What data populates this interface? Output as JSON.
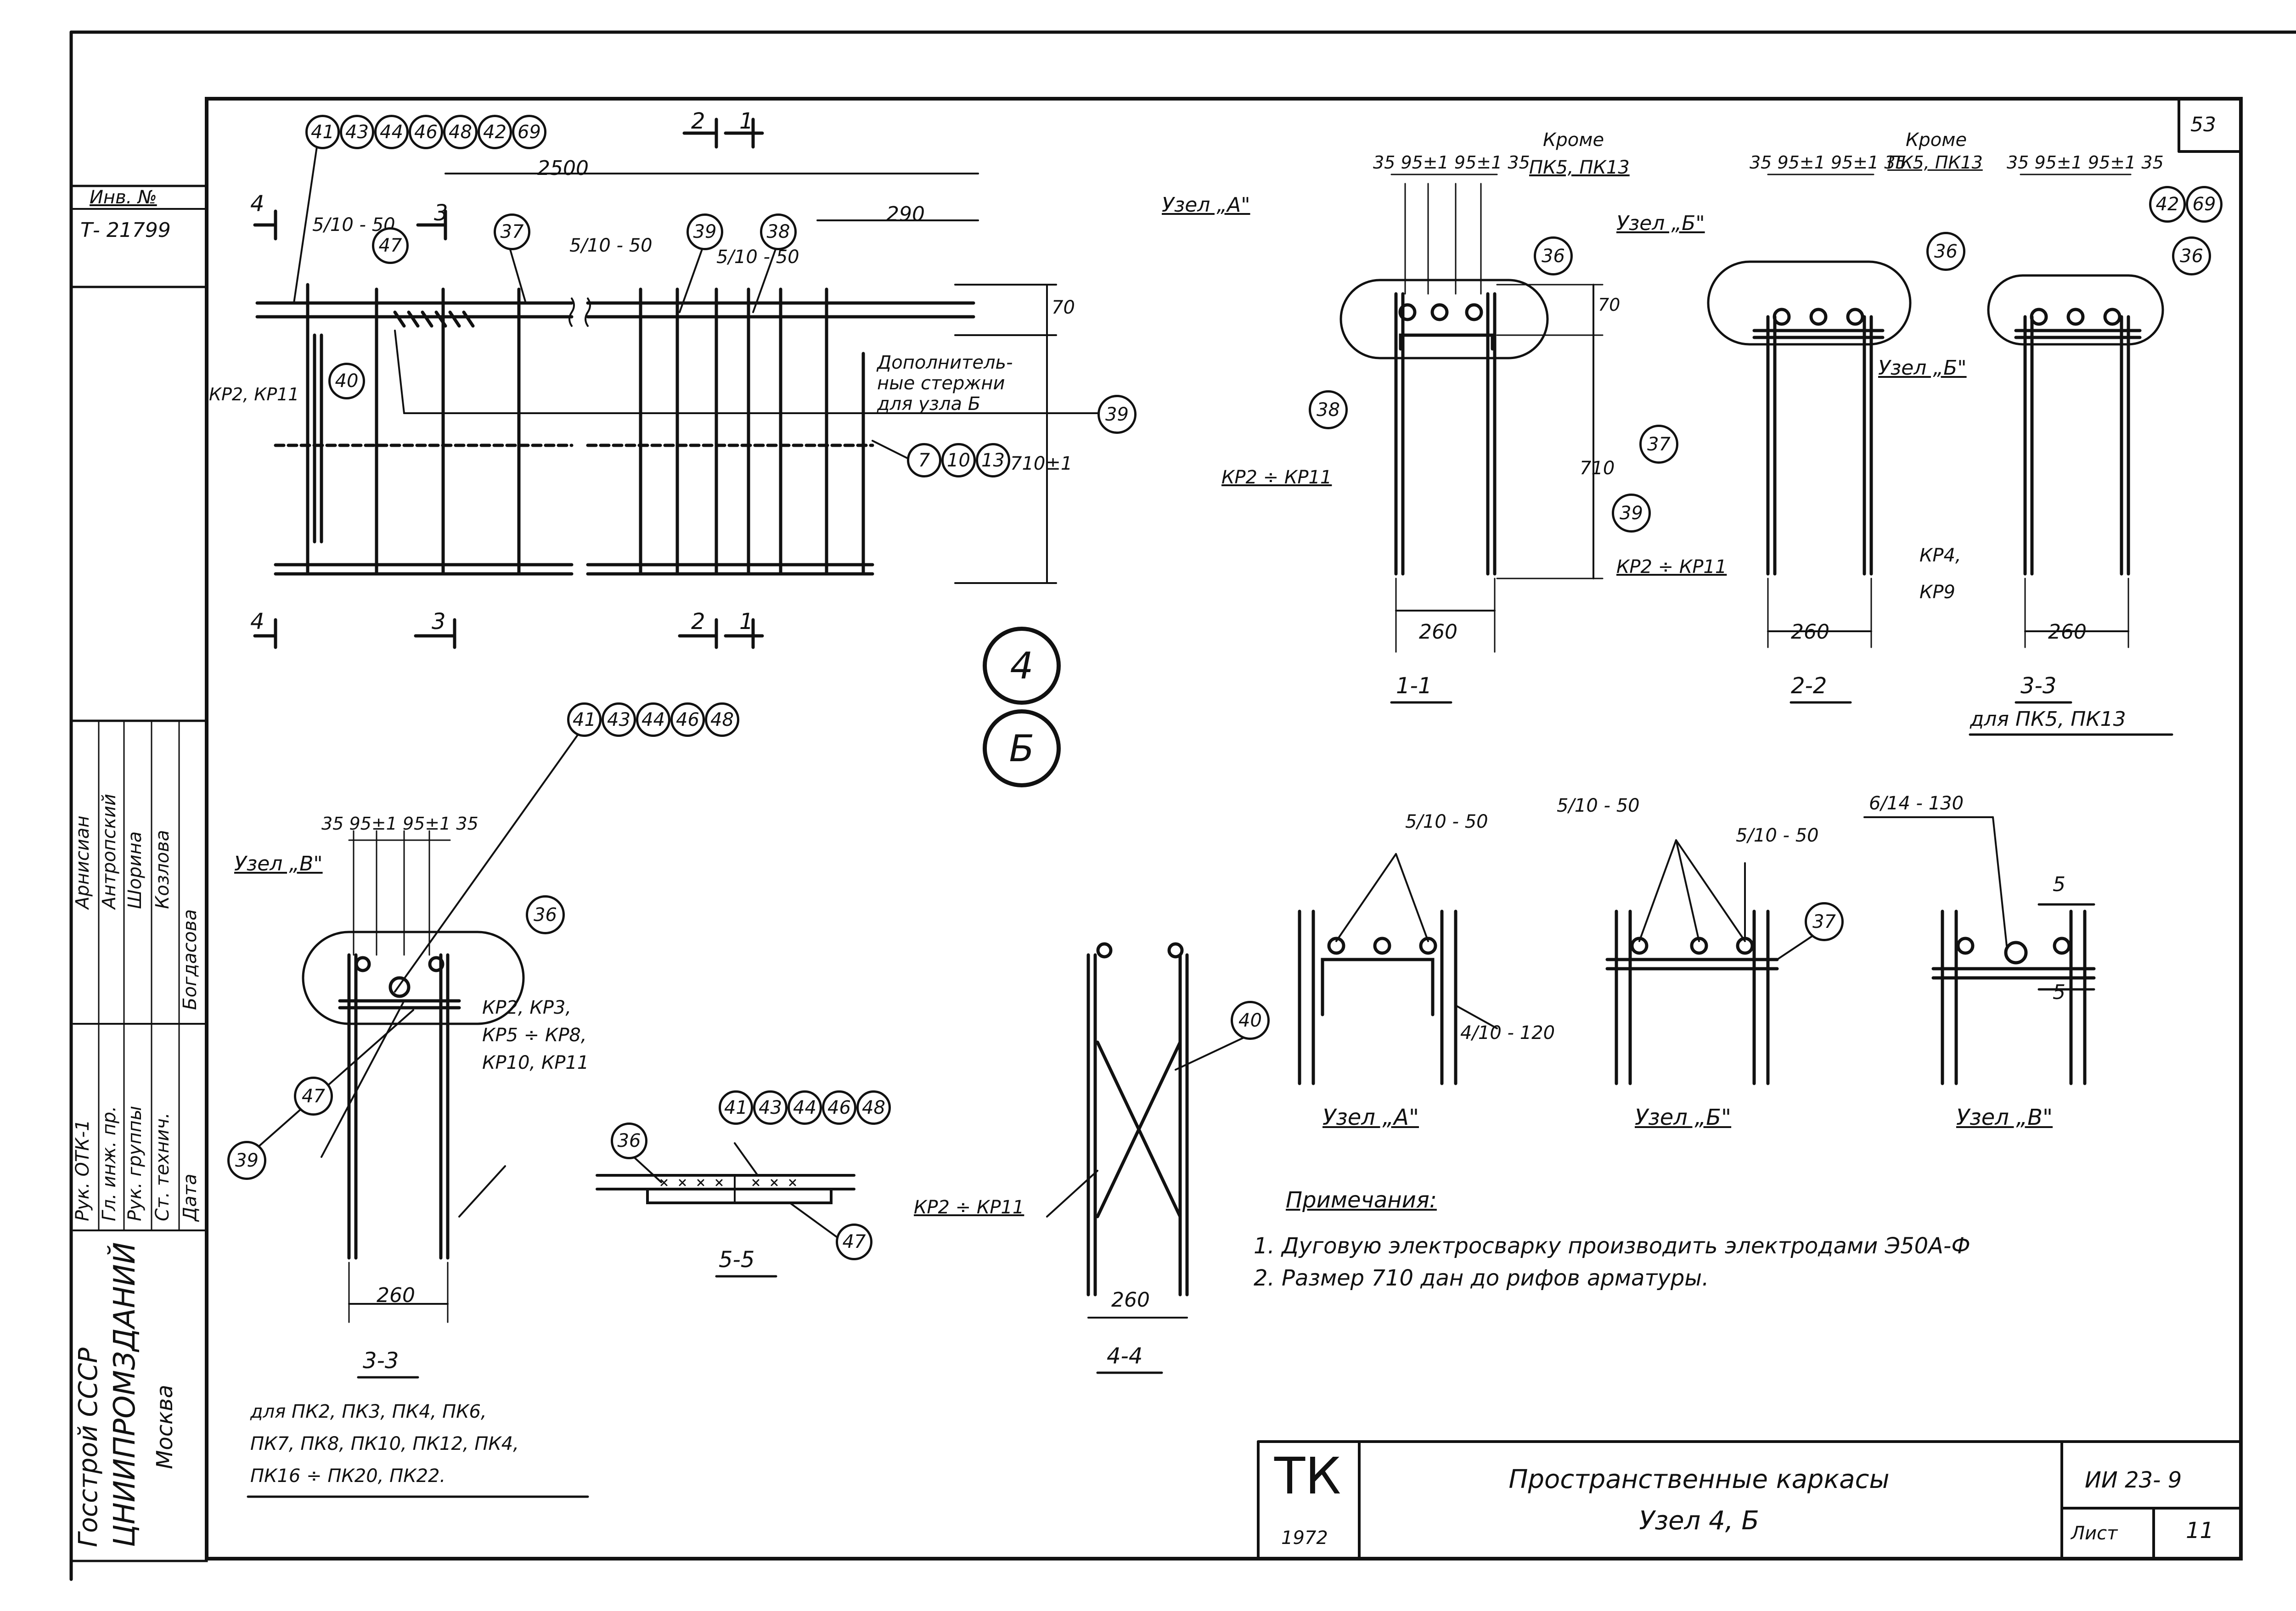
{
  "title_block": {
    "code": "ТК",
    "year": "1972",
    "title_line1": "Пространственные каркасы",
    "title_line2": "Узел 4, Б",
    "doc_no": "ИИ 23- 9",
    "sheet_label": "Лист",
    "sheet_no": "11",
    "page_no": "53"
  },
  "left_stamp": {
    "inv_label": "Инв. №",
    "inv_no": "Т- 21799",
    "org_line1": "Госстрой СССР",
    "org_line2": "ЦНИИПРОМЗДАНИЙ",
    "org_city": "Москва",
    "roles": [
      "Рук. ОТК-1",
      "Гл. инж. пр.",
      "Рук. группы",
      "Ст. технич.",
      "Дата"
    ],
    "names": [
      "Арнисиан",
      "Антропский",
      "Шорина",
      "Козлова",
      "Богдасова"
    ]
  },
  "sections": {
    "s1": "1-1",
    "s2": "2-2",
    "s3": "3-3",
    "s3_note": "для ПК5, ПК13",
    "s3b": "3-3",
    "s3b_note1": "для ПК2, ПК3, ПК4, ПК6,",
    "s3b_note2": "ПК7, ПК8, ПК10, ПК12, ПК4,",
    "s3b_note3": "ПК16 ÷ ПК20, ПК22.",
    "s4": "4-4",
    "s5": "5-5"
  },
  "node_labels": {
    "uzel_a": "Узел „А\"",
    "uzel_b": "Узел „Б\"",
    "uzel_b2": "Узел „Б\"",
    "uzel_v": "Узел „В\"",
    "uzel_a_detail": "Узел „А\"",
    "uzel_b_detail": "Узел „Б\"",
    "uzel_v_detail": "Узел „В\""
  },
  "notes": {
    "heading": "Примечания:",
    "n1": "1. Дуговую электросварку производить электродами Э50А-Ф",
    "n2": "2. Размер 710 дан до рифов арматуры."
  },
  "dims": {
    "d35": "35",
    "d95": "95±1",
    "d260": "260",
    "d710": "710",
    "d710_1": "710±1",
    "d70": "70",
    "d2500": "2500",
    "d290": "290",
    "weld_5_10_50": "5/10 - 50",
    "weld_4_10_120": "4/10 - 120",
    "weld_6_14_130": "6/14 - 130",
    "krome": "Кроме",
    "krome_pk": "ПК5, ПК13",
    "dop_line1": "Дополнитель-",
    "dop_line2": "ные стержни",
    "dop_line3": "для узла Б",
    "kr2_kr11": "КР2 ÷ КР11",
    "kr2_kr11b": "КР2, КР11",
    "kr4": "КР4,",
    "kr9": "КР9",
    "kr_list1": "КР2, КР3,",
    "kr_list2": "КР5 ÷ КР8,",
    "kr_list3": "КР10, КР11"
  },
  "bubbles": {
    "b41": "41",
    "b43": "43",
    "b44": "44",
    "b46": "46",
    "b48": "48",
    "b42": "42",
    "b69": "69",
    "b47": "47",
    "b37": "37",
    "b39": "39",
    "b38": "38",
    "b40": "40",
    "b36": "36",
    "b7": "7",
    "b10": "10",
    "b13": "13",
    "big4": "4",
    "bigB": "Б"
  },
  "cut_marks": {
    "c1": "1",
    "c2": "2",
    "c3": "3",
    "c4": "4",
    "c5": "5"
  }
}
